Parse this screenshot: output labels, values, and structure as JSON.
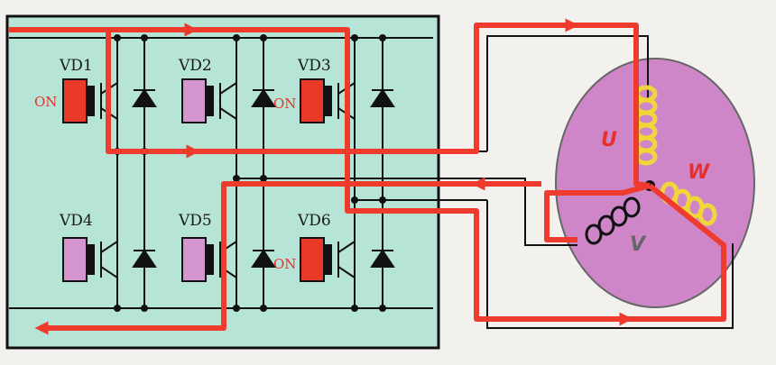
{
  "diagram": {
    "switches": [
      {
        "label": "VD1",
        "state": "ON"
      },
      {
        "label": "VD2",
        "state": ""
      },
      {
        "label": "VD3",
        "state": "ON"
      },
      {
        "label": "VD4",
        "state": ""
      },
      {
        "label": "VD5",
        "state": ""
      },
      {
        "label": "VD6",
        "state": "ON"
      }
    ],
    "coils": {
      "u": "U",
      "v": "V",
      "w": "W"
    },
    "colors": {
      "board": "#b6e4d6",
      "current_path": "#ee3b2e",
      "switch_on": "#e83a26",
      "switch_off": "#d596cf",
      "motor": "#cf86c9",
      "coil_u": "#f1d63a",
      "coil_w": "#f1d63a",
      "coil_v": "#111111"
    }
  }
}
